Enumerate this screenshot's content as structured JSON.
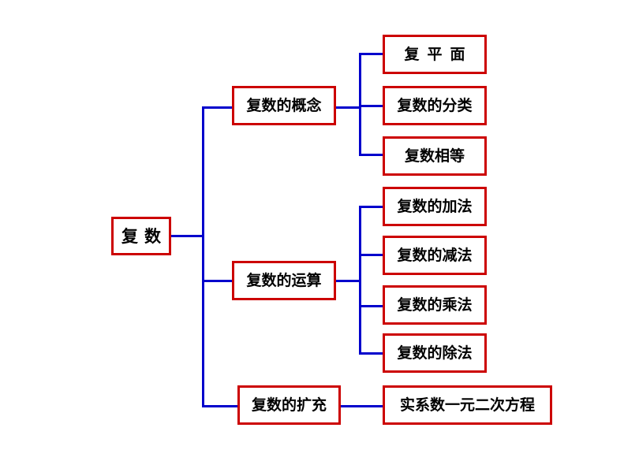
{
  "colors": {
    "line": "#0000cc",
    "border": "#cc0000",
    "text": "#000000",
    "background": "#ffffff"
  },
  "root": {
    "label": "复数"
  },
  "branches": [
    {
      "label": "复数的概念",
      "children": [
        "复平面",
        "复数的分类",
        "复数相等"
      ]
    },
    {
      "label": "复数的运算",
      "children": [
        "复数的加法",
        "复数的减法",
        "复数的乘法",
        "复数的除法"
      ]
    },
    {
      "label": "复数的扩充",
      "children": [
        "实系数一元二次方程"
      ]
    }
  ]
}
